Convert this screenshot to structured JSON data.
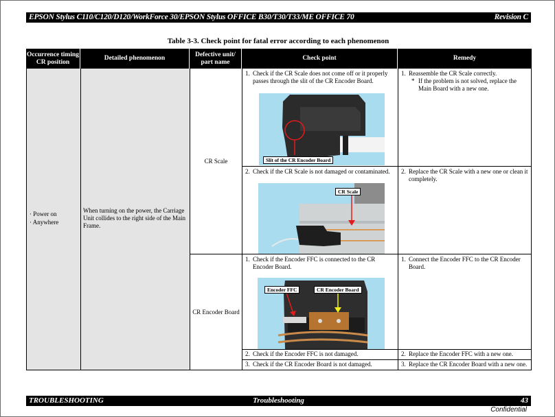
{
  "header": {
    "title": "EPSON Stylus C110/C120/D120/WorkForce 30/EPSON Stylus OFFICE B30/T30/T33/ME OFFICE 70",
    "revision": "Revision C"
  },
  "table_title": "Table 3-3.  Check point for fatal error according to each phenomenon",
  "table": {
    "columns": [
      "Occurrence timing\nCR position",
      "Detailed phenomenon",
      "Defective unit/\npart name",
      "Check point",
      "Remedy"
    ],
    "occurrence": [
      "Power on",
      "Anywhere"
    ],
    "bullet": "·",
    "phenomenon": "When turning on the power, the Carriage Unit collides to the right side of the Main Frame.",
    "units": [
      {
        "name": "CR Scale",
        "rows": [
          {
            "check_num": "1.",
            "check": "Check if the CR Scale does not come off or it properly passes through the slit of the CR Encoder Board.",
            "photo_labels": [
              "Slit of the CR Encoder Board"
            ],
            "remedy_num": "1.",
            "remedy": "Reassemble the CR Scale correctly.",
            "remedy_note": "If the problem is not solved, replace the Main Board with a new one."
          },
          {
            "check_num": "2.",
            "check": "Check if the CR Scale is not damaged or contaminated.",
            "photo_labels": [
              "CR Scale"
            ],
            "remedy_num": "2.",
            "remedy": "Replace the CR Scale with a new one or clean it completely."
          }
        ]
      },
      {
        "name": "CR Encoder Board",
        "rows": [
          {
            "check_num": "1.",
            "check": "Check if the Encoder FFC is connected to the CR Encoder Board.",
            "photo_labels": [
              "Encoder FFC",
              "CR Encoder Board"
            ],
            "remedy_num": "1.",
            "remedy": "Connect the Encoder FFC to the CR Encoder Board."
          },
          {
            "check_num": "2.",
            "check": "Check if the Encoder FFC is not damaged.",
            "remedy_num": "2.",
            "remedy": "Replace the Encoder FFC with a new one."
          },
          {
            "check_num": "3.",
            "check": "Check if the CR Encoder Board is not damaged.",
            "remedy_num": "3.",
            "remedy": "Replace the CR Encoder Board with a new one."
          }
        ]
      }
    ]
  },
  "footer": {
    "left": "TROUBLESHOOTING",
    "center": "Troubleshooting",
    "page": "43",
    "confidential": "Confidential"
  },
  "colors": {
    "bar": "#000000",
    "shaded_cell": "#e4e4e4",
    "photo_bg": "#a9dcef",
    "annotation_red": "#e31b1b",
    "annotation_yellow": "#f2ee1a"
  }
}
